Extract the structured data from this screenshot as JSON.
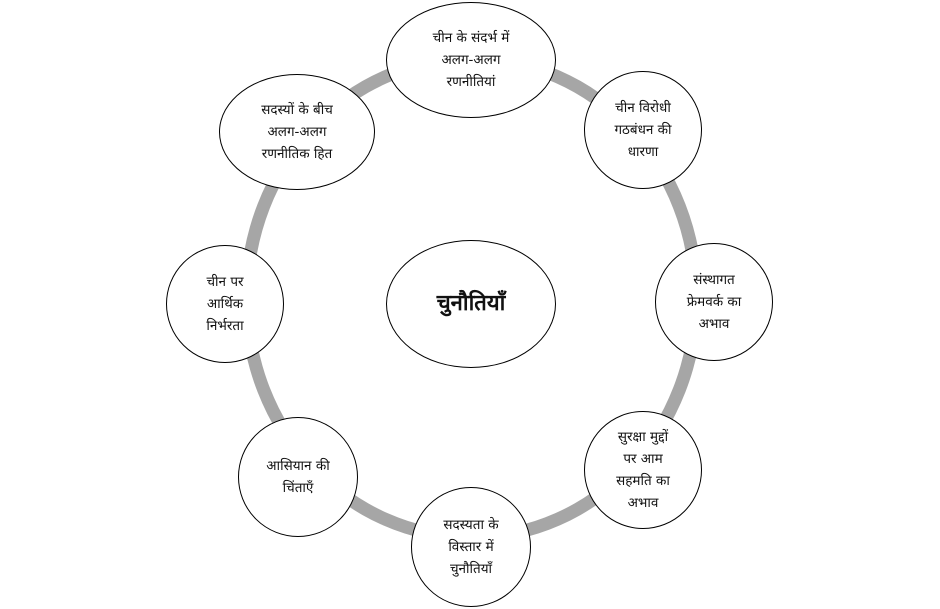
{
  "diagram": {
    "center": "चुनौतियाँ",
    "challenges": [
      "चीन के संदर्भ में\nअलग-अलग\nरणनीतियां",
      "चीन विरोधी\nगठबंधन की\nधारणा",
      "संस्थागत\nफ्रेमवर्क का\nअभाव",
      "सुरक्षा मुद्दों\nपर आम\nसहमति का\nअभाव",
      "सदस्यता के\nविस्तार में\nचुनौतियाँ",
      "आसियान की\nचिंताएँ",
      "चीन पर\nआर्थिक\nनिर्भरता",
      "सदस्यों के बीच\nअलग-अलग\nरणनीतिक हित"
    ]
  }
}
